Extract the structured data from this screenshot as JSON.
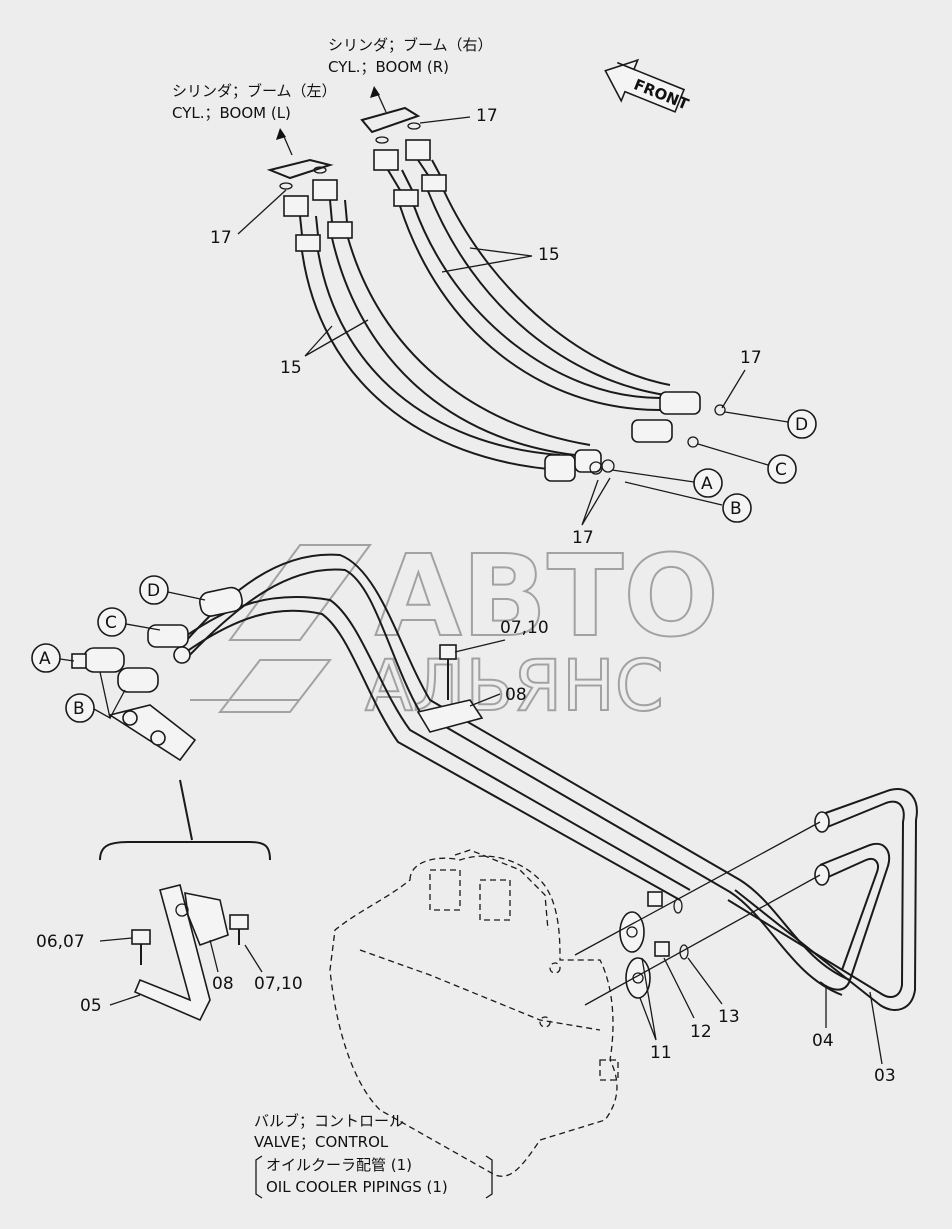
{
  "captions": {
    "cyl_boom_r_jp": "シリンダ；ブーム（右）",
    "cyl_boom_r_en": "CYL.；BOOM (R)",
    "cyl_boom_l_jp": "シリンダ；ブーム（左）",
    "cyl_boom_l_en": "CYL.；BOOM (L)",
    "valve_jp": "バルブ；コントロール",
    "valve_en": "VALVE；CONTROL",
    "pipings_jp": "オイルクーラ配管 (1)",
    "pipings_en": "OIL COOLER PIPINGS (1)",
    "front": "FRONT"
  },
  "watermark": {
    "line1": "АВТО",
    "line2": "АЛЬЯНС"
  },
  "part_numbers": {
    "p17": "17",
    "p15": "15",
    "p0710": "07,10",
    "p08": "08",
    "p0607": "06,07",
    "p05": "05",
    "p11": "11",
    "p12": "12",
    "p13": "13",
    "p04": "04",
    "p03": "03"
  },
  "connectors": {
    "a": "A",
    "b": "B",
    "c": "C",
    "d": "D"
  }
}
